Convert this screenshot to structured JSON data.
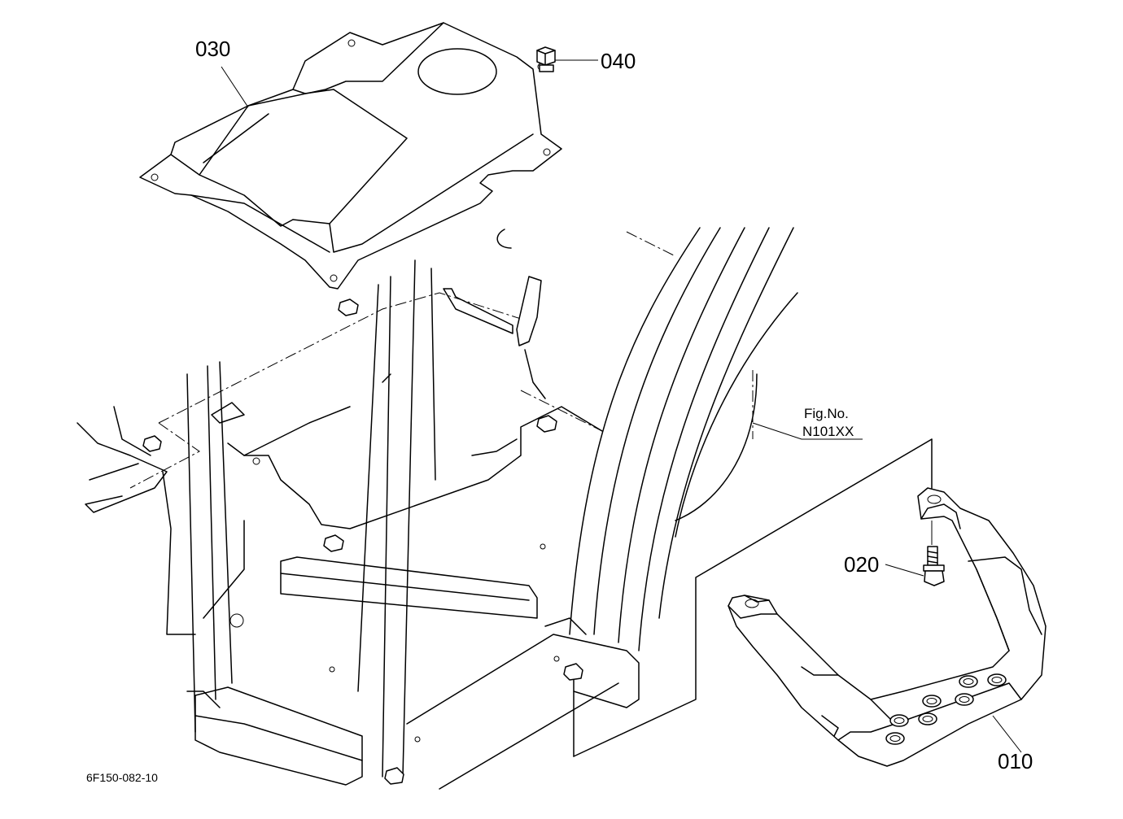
{
  "callouts": {
    "part_010": "010",
    "part_020": "020",
    "part_030": "030",
    "part_040": "040"
  },
  "reference": {
    "fig_label": "Fig.No.",
    "fig_number": "N101XX"
  },
  "drawing_code": "6F150-082-10"
}
